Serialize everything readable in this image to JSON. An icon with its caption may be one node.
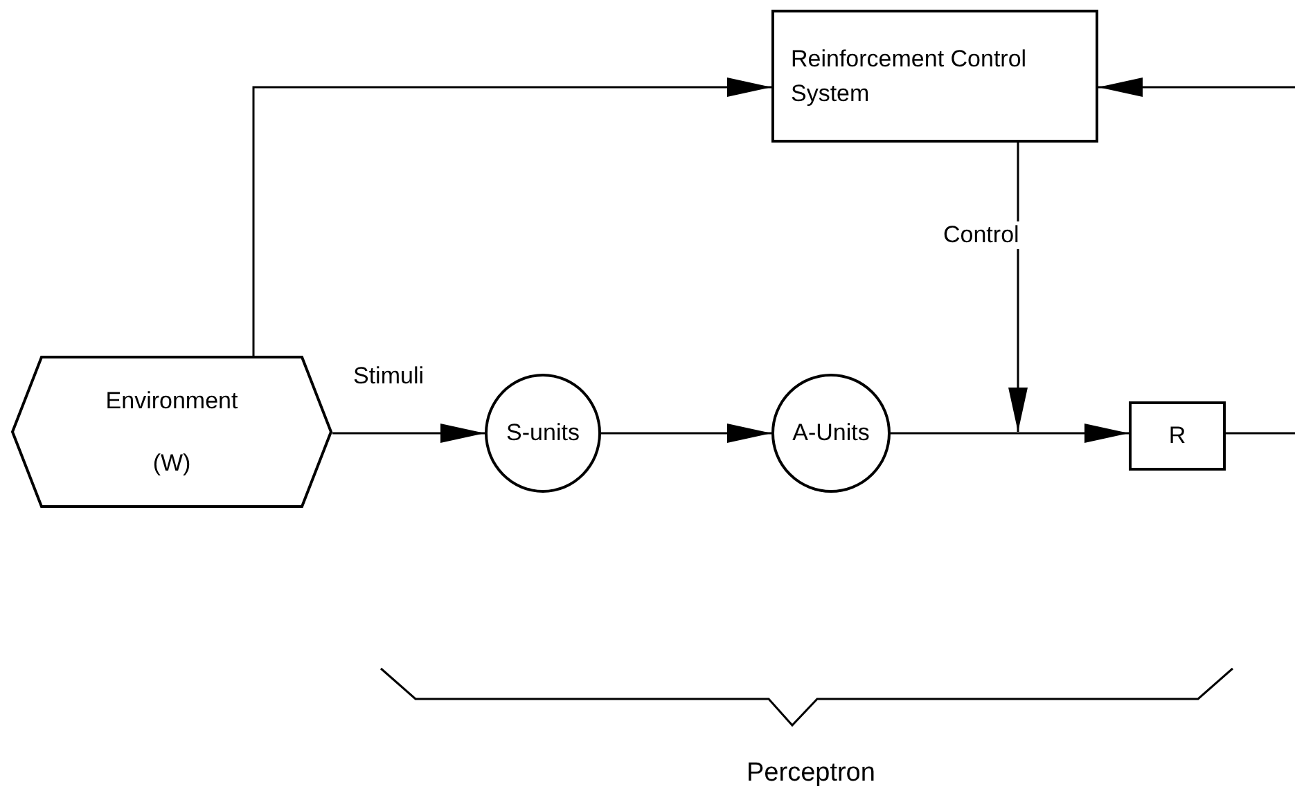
{
  "diagram": {
    "nodes": [
      {
        "text": [
          "Reinforcement Control System"
        ]
      },
      {
        "text": [
          "Environment",
          "(W)"
        ]
      },
      {
        "text": [
          "S-units"
        ]
      },
      {
        "text": [
          "A-Units"
        ]
      },
      {
        "text": [
          "R"
        ]
      }
    ],
    "edges": [
      {
        "from": 1,
        "to": 0,
        "arrow": "to"
      },
      {
        "from": null,
        "to": 0,
        "arrow": "to"
      },
      {
        "from": 0,
        "to": null,
        "arrow": "to",
        "label": "Control"
      },
      {
        "from": 1,
        "to": 2,
        "arrow": "to",
        "label": "Stimuli"
      },
      {
        "from": 2,
        "to": 3,
        "arrow": "to"
      },
      {
        "from": 3,
        "to": 4,
        "arrow": "to"
      },
      {
        "from": 4,
        "to": null,
        "arrow": "none"
      }
    ],
    "labels": [
      "Perceptron"
    ]
  }
}
